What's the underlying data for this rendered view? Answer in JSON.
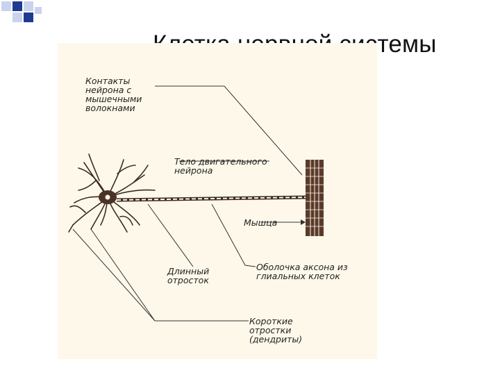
{
  "slide": {
    "title": "Клетка нервной системы"
  },
  "diagram": {
    "labels": {
      "contacts": "Контакты\nнейрона с\nмышечными\nволокнами",
      "motor_body": "Тело двигательного\nнейрона",
      "muscle": "Мышца",
      "long_process": "Длинный\nотросток",
      "axon_sheath": "Оболочка аксона из\nглиальных клеток",
      "short_processes": "Короткие\nотростки\n(дендриты)"
    }
  },
  "colors": {
    "accent_blue": "#1f3a93",
    "accent_light": "#c9d3ee",
    "ink": "#222222",
    "paper": "#fdf8ea"
  }
}
